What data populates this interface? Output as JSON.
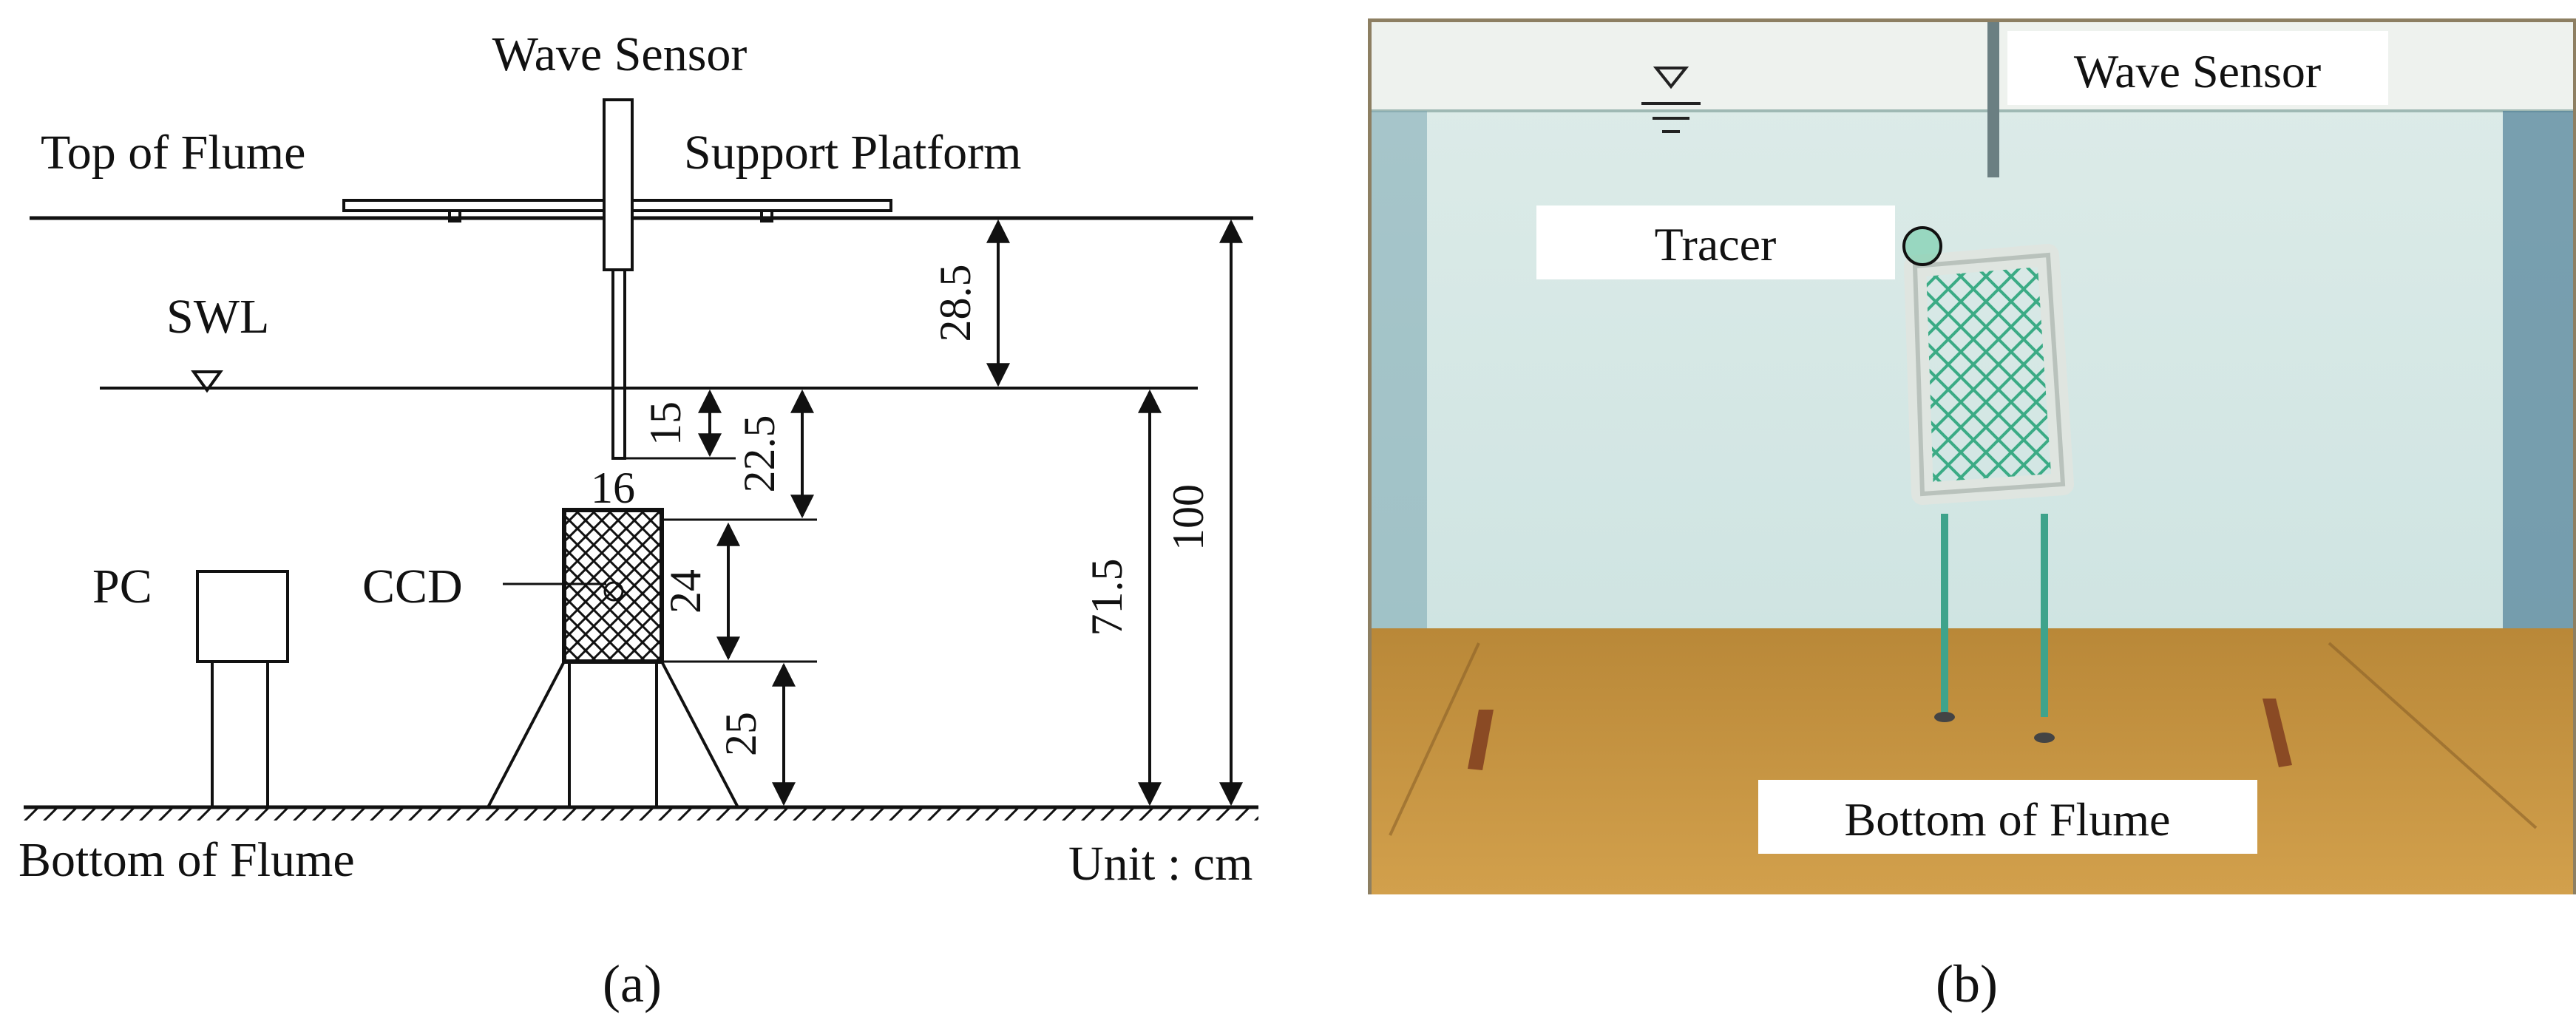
{
  "panel_a": {
    "caption": "(a)",
    "labels": {
      "wave_sensor": "Wave Sensor",
      "top_of_flume": "Top of Flume",
      "support_platform": "Support Platform",
      "swl": "SWL",
      "pc": "PC",
      "ccd": "CCD",
      "bottom_of_flume": "Bottom of Flume",
      "unit": "Unit : cm"
    },
    "dimensions": {
      "top_to_swl": "28.5",
      "sensor_submergence": "15",
      "swl_to_cage_top": "22.5",
      "cage_width": "16",
      "cage_height": "24",
      "cage_elevation": "25",
      "water_depth": "71.5",
      "flume_height": "100"
    }
  },
  "panel_b": {
    "caption": "(b)",
    "labels": {
      "wave_sensor": "Wave Sensor",
      "tracer": "Tracer",
      "bottom_of_flume": "Bottom of Flume"
    }
  },
  "colors": {
    "line": "#111111",
    "sand": "#c9923e",
    "water_wall": "#d9ecea",
    "net": "#2aa47a"
  }
}
